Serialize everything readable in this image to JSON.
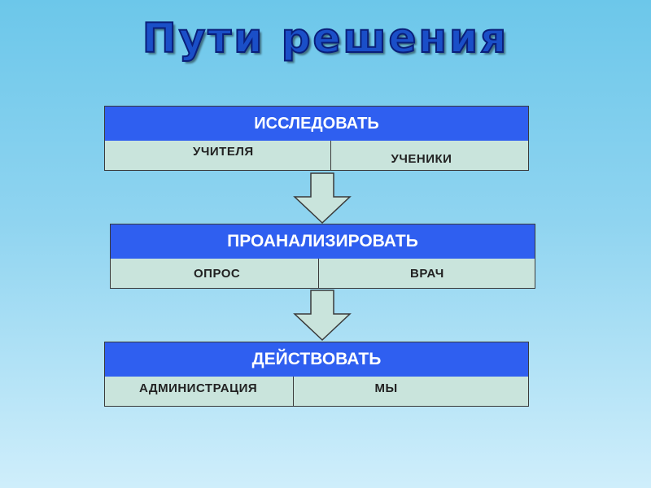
{
  "title": "Пути решения",
  "steps": [
    {
      "heading": "ИССЛЕДОВАТЬ",
      "items": [
        "УЧИТЕЛЯ",
        "УЧЕНИКИ"
      ]
    },
    {
      "heading": "ПРОАНАЛИЗИРОВАТЬ",
      "items": [
        "ОПРОС",
        "ВРАЧ"
      ]
    },
    {
      "heading": "ДЕЙСТВОВАТЬ",
      "items": [
        "АДМИНИСТРАЦИЯ",
        "МЫ"
      ]
    }
  ],
  "colors": {
    "heading_fill": "#2f5ff0",
    "item_fill": "#c9e4dc",
    "arrow_fill": "#c9e4dc",
    "title": "#1a4fc8"
  }
}
